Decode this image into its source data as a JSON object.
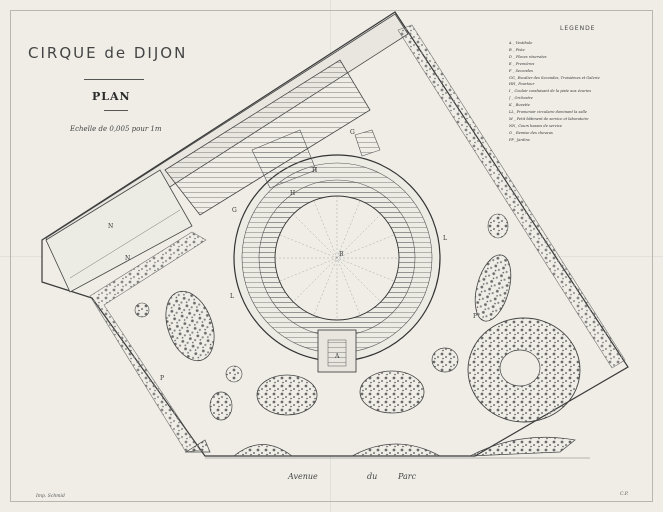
{
  "title": "CIRQUE de DIJON",
  "plan_label": "PLAN",
  "scale_text": "Echelle de 0,005 pour 1m",
  "legend": {
    "heading": "LEGENDE",
    "items": [
      "A _ Vestibule",
      "B _ Piste",
      "D _ Places réservées",
      "E _ Premières",
      "F _ Secondes",
      "GG_ Escalier des Secondes, Troisièmes et Galerie",
      "HH_ Pourtour",
      "I _ Couloir conduisant de la piste aux écuries",
      "J _ Orchestre",
      "K _ Buvette",
      "LL_ Promenoir circulaire dominant la salle",
      "M _ Petit bâtiment de service et laboratoire",
      "NN_ Cours basses de service",
      "O _ Remise des chevaux",
      "PP_ Jardins"
    ]
  },
  "street": {
    "word1": "Avenue",
    "word2": "du",
    "word3": "Parc"
  },
  "footer": {
    "left": "Imp. Schmid",
    "right": "C.P."
  },
  "plan_letters": {
    "A": "A",
    "B": "B",
    "G": "G",
    "H": "H",
    "L": "L",
    "N": "N",
    "P": "P"
  }
}
